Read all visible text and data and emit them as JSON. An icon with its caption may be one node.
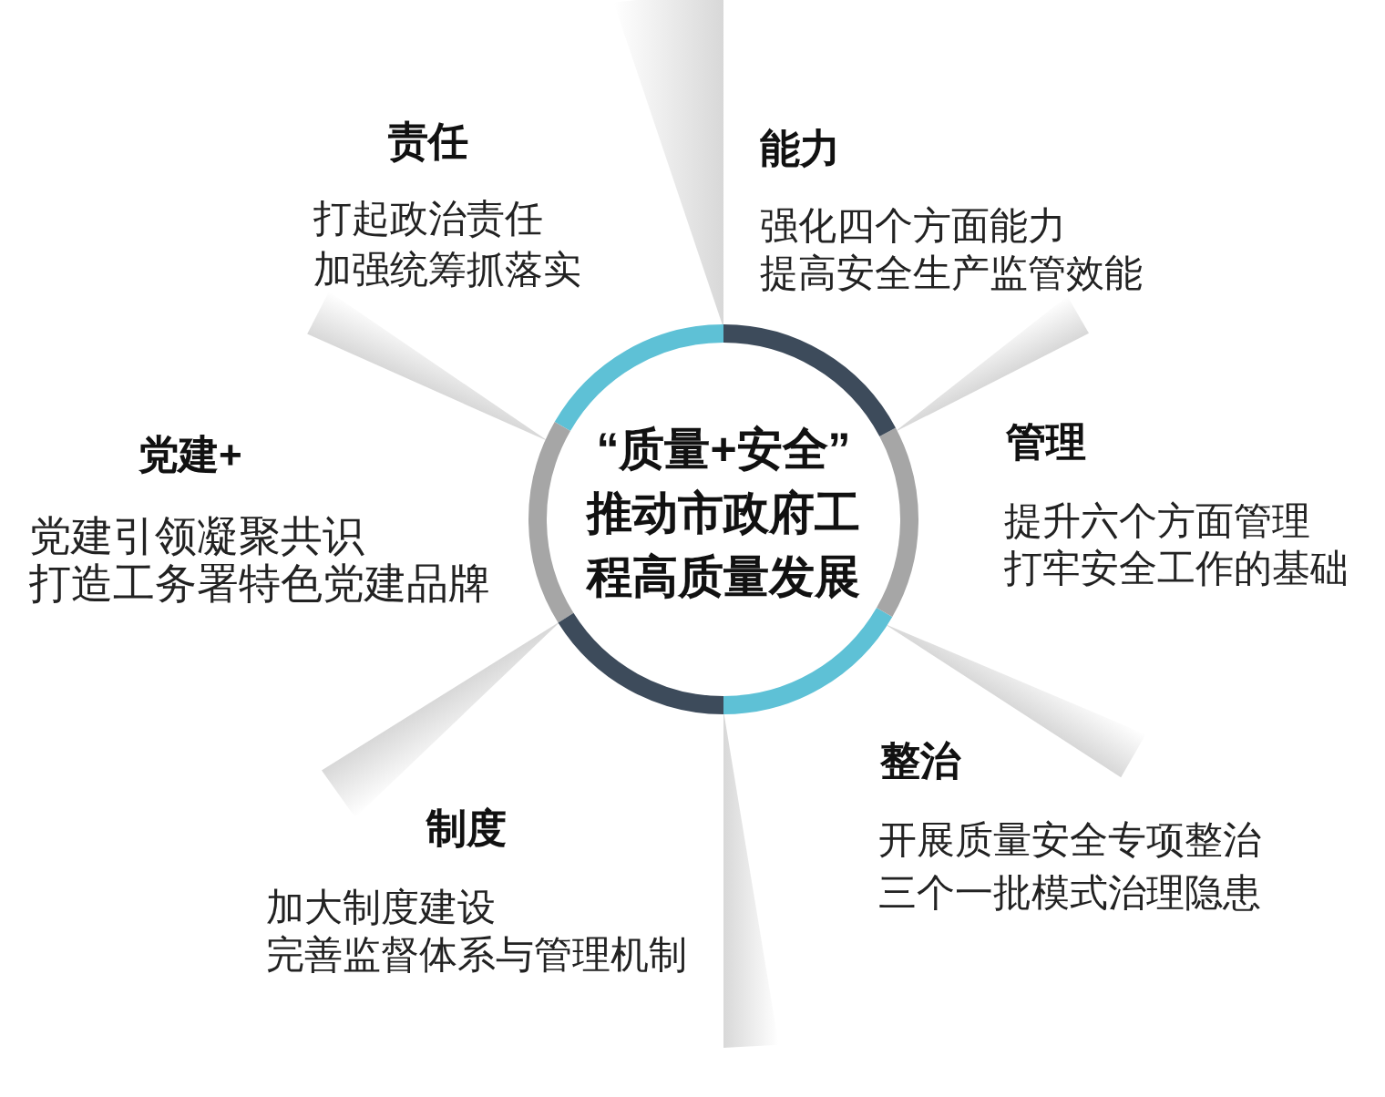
{
  "diagram": {
    "nodes": [
      {
        "text": [
          "“质量+安全”",
          "推动市政府工程高质量发展"
        ]
      },
      {
        "text": [
          "责任",
          "打起政治责任",
          "加强统筹抓落实"
        ]
      },
      {
        "text": [
          "能力",
          "强化四个方面能力",
          "提高安全生产监管效能"
        ]
      },
      {
        "text": [
          "党建+",
          "党建引领凝聚共识",
          "打造工务署特色党建品牌"
        ]
      },
      {
        "text": [
          "管理",
          "提升六个方面管理",
          "打牢安全工作的基础"
        ]
      },
      {
        "text": [
          "制度",
          "加大制度建设",
          "完善监督体系与管理机制"
        ]
      },
      {
        "text": [
          "整治",
          "开展质量安全专项整治",
          "三个一批模式治理隐患"
        ]
      }
    ]
  }
}
